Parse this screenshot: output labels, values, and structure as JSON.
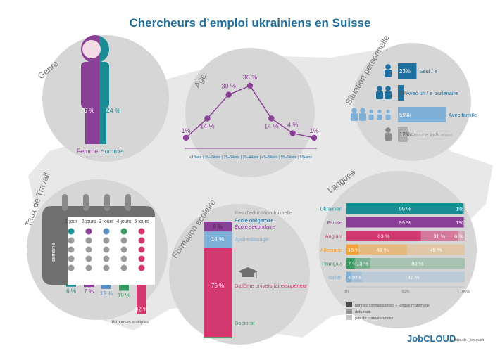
{
  "title": "Chercheurs d’emploi ukrainiens en Suisse",
  "colors": {
    "teal": "#1a8c94",
    "purple": "#8a3f96",
    "blue": "#5a8fbf",
    "green": "#3a9a63",
    "pink": "#d23a6f",
    "orange": "#f2a23b",
    "paleBlue": "#7fb0d8",
    "grey": "#7c7c7c",
    "titleBlue": "#1f6fa0",
    "circle": "#d6d6d6",
    "map": "#e8e8e8"
  },
  "sections": {
    "genre": "Genre",
    "age": "Âge",
    "situation": "Situation personnelle",
    "taux": "Taux de Travail",
    "formation": "Formation scolaire",
    "langues": "Langues"
  },
  "chart_data": [
    {
      "type": "bar",
      "name": "genre",
      "categories": [
        "Femme",
        "Homme"
      ],
      "values": [
        76,
        24
      ],
      "labels": [
        "76 %",
        "24 %"
      ]
    },
    {
      "type": "line",
      "name": "age",
      "categories": [
        "<18ans",
        "18–24ans",
        "25–34ans",
        "35–44ans",
        "45–54ans",
        "55–64ans",
        "65+ans"
      ],
      "values": [
        1,
        14,
        30,
        36,
        14,
        4,
        1
      ],
      "labels": [
        "1%",
        "14 %",
        "30 %",
        "36 %",
        "14 %",
        "4 %",
        "1%"
      ],
      "axis_text": "<18ans | 18–24ans | 25–34ans | 35–44ans | 45–54ans | 55–64ans | 65+ans"
    },
    {
      "type": "bar",
      "name": "situation",
      "categories": [
        "Seul / e",
        "Avec un / e partenaire",
        "Avec famille",
        "Aucune indication"
      ],
      "values": [
        23,
        6,
        59,
        12
      ],
      "labels": [
        "23%",
        "6%",
        "59%",
        "12%"
      ]
    },
    {
      "type": "bar",
      "name": "taux",
      "categories": [
        "1 jour",
        "2 jours",
        "3 jours",
        "4 jours",
        "5 jours"
      ],
      "values": [
        6,
        7,
        13,
        19,
        92
      ],
      "labels": [
        "6 %",
        "7 %",
        "13 %",
        "19 %",
        "92 %"
      ],
      "row_label": "semaine",
      "note": "Réponses multiples"
    },
    {
      "type": "bar",
      "name": "formation",
      "categories": [
        "Pas d’éducation formelle",
        "École obligatoire",
        "École secondaire",
        "Apprentissage",
        "Diplôme universitaire/supérieur",
        "Doctorat"
      ],
      "values": [
        0,
        0.5,
        8,
        14,
        75,
        1
      ],
      "labels": [
        "8 %",
        "14 %",
        "75 %"
      ]
    },
    {
      "type": "bar",
      "name": "langues",
      "categories": [
        "Ukrainien",
        "Russe",
        "Anglais",
        "Allemand",
        "Français",
        "Italien"
      ],
      "series": [
        {
          "name": "bonnes connaissances – langue maternelle",
          "values": [
            99,
            99,
            63,
            10,
            7,
            4
          ]
        },
        {
          "name": "débutant",
          "values": [
            0,
            0,
            31,
            41,
            13,
            9
          ]
        },
        {
          "name": "pas de connaissances",
          "values": [
            1,
            1,
            6,
            49,
            80,
            87
          ]
        }
      ],
      "labels": [
        [
          "99 %",
          "",
          "1%"
        ],
        [
          "99 %",
          "",
          "1%"
        ],
        [
          "63 %",
          "31 %",
          "6 %"
        ],
        [
          "10 %",
          "41 %",
          "49 %"
        ],
        [
          "7 %",
          "13 %",
          "80 %"
        ],
        [
          "4 %",
          "9 %",
          "87 %"
        ]
      ],
      "xticks": [
        "0%",
        "50%",
        "100%"
      ]
    }
  ],
  "footer": {
    "brand": "JobCLOUD",
    "links": "» jobs.ch  |  jobup.ch"
  }
}
